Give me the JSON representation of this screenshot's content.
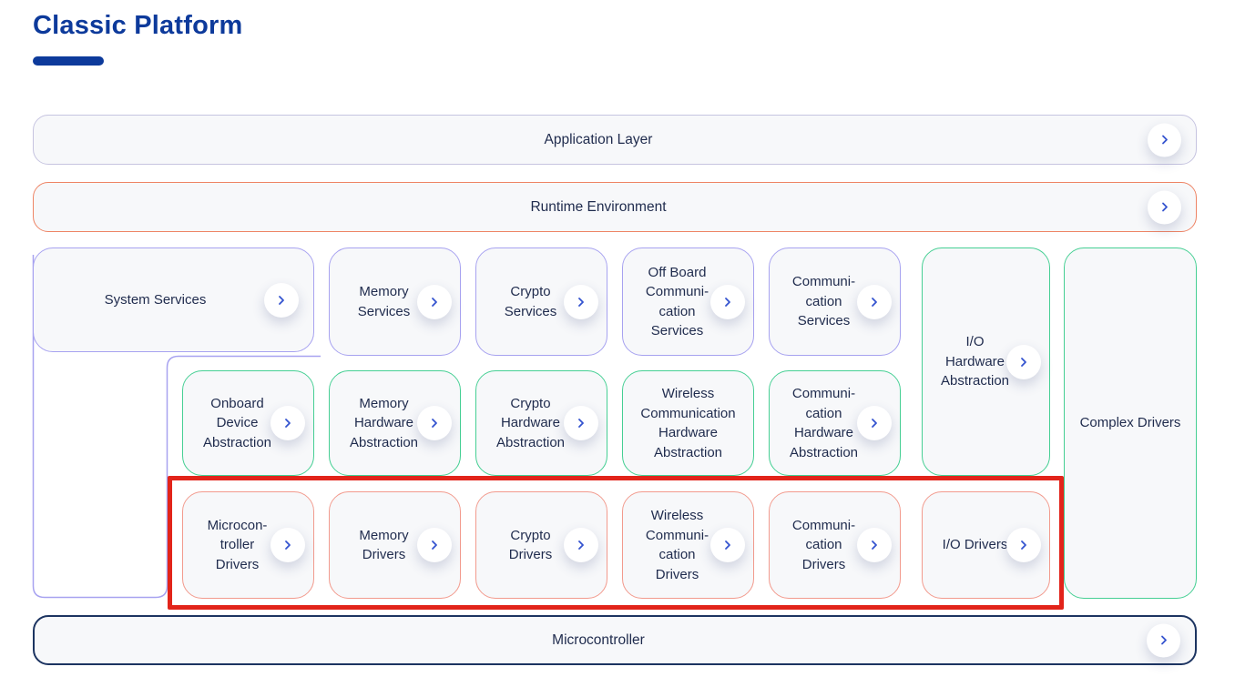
{
  "title": "Classic Platform",
  "colors": {
    "title_blue": "#0d3a9b",
    "lavender": "#c6c4e0",
    "orange": "#ee8465",
    "purple": "#a7a2f0",
    "green": "#45cf93",
    "salmon": "#f29a8d",
    "navy": "#1c3461",
    "red_highlight": "#e2241a",
    "box_fill": "#f7f8fa",
    "text": "#1f2b4d",
    "chevron_blue": "#3453cf"
  },
  "bars": {
    "application_layer": {
      "label": "Application Layer"
    },
    "runtime_environment": {
      "label": "Runtime Environment"
    },
    "microcontroller": {
      "label": "Microcontroller"
    }
  },
  "blocks": {
    "system_services": {
      "label": "System Services"
    },
    "io_hardware_abstraction": {
      "label": "I/O\nHardware\nAbstraction"
    },
    "complex_drivers": {
      "label": "Complex Drivers"
    }
  },
  "services_row": [
    {
      "label": "Memory\nServices"
    },
    {
      "label": "Crypto\nServices"
    },
    {
      "label": "Off Board\nCommuni-\ncation\nServices"
    },
    {
      "label": "Communi-\ncation\nServices"
    }
  ],
  "hardware_row": [
    {
      "label": "Onboard\nDevice\nAbstraction"
    },
    {
      "label": "Memory\nHardware\nAbstraction"
    },
    {
      "label": "Crypto\nHardware\nAbstraction"
    },
    {
      "label": "Wireless\nCommunication\nHardware\nAbstraction"
    },
    {
      "label": "Communi-\ncation\nHardware\nAbstraction"
    }
  ],
  "drivers_row": [
    {
      "label": "Microcon-\ntroller\nDrivers"
    },
    {
      "label": "Memory\nDrivers"
    },
    {
      "label": "Crypto\nDrivers"
    },
    {
      "label": "Wireless\nCommuni-\ncation\nDrivers"
    },
    {
      "label": "Communi-\ncation\nDrivers"
    },
    {
      "label": "I/O Drivers"
    }
  ]
}
